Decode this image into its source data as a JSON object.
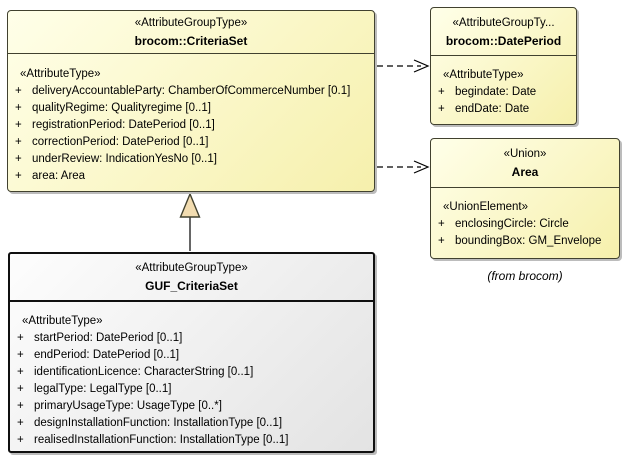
{
  "boxes": {
    "criteriaset": {
      "stereotype": "«AttributeGroupType»",
      "name": "brocom::CriteriaSet",
      "section": "«AttributeType»",
      "attrs": [
        {
          "v": "+",
          "t": "deliveryAccountableParty: ChamberOfCommerceNumber [0.1]"
        },
        {
          "v": "+",
          "t": "qualityRegime: Qualityregime [0..1]"
        },
        {
          "v": "+",
          "t": "registrationPeriod: DatePeriod [0..1]"
        },
        {
          "v": "+",
          "t": "correctionPeriod: DatePeriod [0..1]"
        },
        {
          "v": "+",
          "t": "underReview: IndicationYesNo [0..1]"
        },
        {
          "v": "+",
          "t": "area: Area"
        }
      ]
    },
    "dateperiod": {
      "stereotype": "«AttributeGroupTy...",
      "name": "brocom::DatePeriod",
      "section": "«AttributeType»",
      "attrs": [
        {
          "v": "+",
          "t": "begindate: Date"
        },
        {
          "v": "+",
          "t": "endDate: Date"
        }
      ]
    },
    "area": {
      "stereotype": "«Union»",
      "name": "Area",
      "section": "«UnionElement»",
      "attrs": [
        {
          "v": "+",
          "t": "enclosingCircle: Circle"
        },
        {
          "v": "+",
          "t": "boundingBox: GM_Envelope"
        }
      ]
    },
    "guf": {
      "stereotype": "«AttributeGroupType»",
      "name": "GUF_CriteriaSet",
      "section": "«AttributeType»",
      "attrs": [
        {
          "v": "+",
          "t": "startPeriod: DatePeriod [0..1]"
        },
        {
          "v": "+",
          "t": "endPeriod: DatePeriod [0..1]"
        },
        {
          "v": "+",
          "t": "identificationLicence: CharacterString [0..1]"
        },
        {
          "v": "+",
          "t": "legalType: LegalType [0..1]"
        },
        {
          "v": "+",
          "t": "primaryUsageType: UsageType [0..*]"
        },
        {
          "v": "+",
          "t": "designInstallationFunction: InstallationType [0..1]"
        },
        {
          "v": "+",
          "t": "realisedInstallationFunction: InstallationType [0..1]"
        }
      ]
    }
  },
  "annotations": {
    "from_note": "(from brocom)"
  },
  "relationships": [
    {
      "type": "dependency",
      "from": "brocom::CriteriaSet",
      "to": "brocom::DatePeriod",
      "style": "dashed-open-arrow"
    },
    {
      "type": "dependency",
      "from": "brocom::CriteriaSet",
      "to": "Area",
      "style": "dashed-open-arrow"
    },
    {
      "type": "generalization",
      "from": "GUF_CriteriaSet",
      "to": "brocom::CriteriaSet",
      "style": "solid-hollow-triangle"
    }
  ],
  "colors": {
    "box_fill_top": "#ffffe9",
    "box_fill_bottom": "#f6f0ac",
    "box_border": "#41412f",
    "guf_fill_top": "#fdfdfd",
    "guf_fill_bottom": "#e3e3e3",
    "guf_border": "#101010",
    "triangle_fill": "#f2dcb0",
    "connector": "#000000",
    "shadow": "#bcbcbc"
  }
}
